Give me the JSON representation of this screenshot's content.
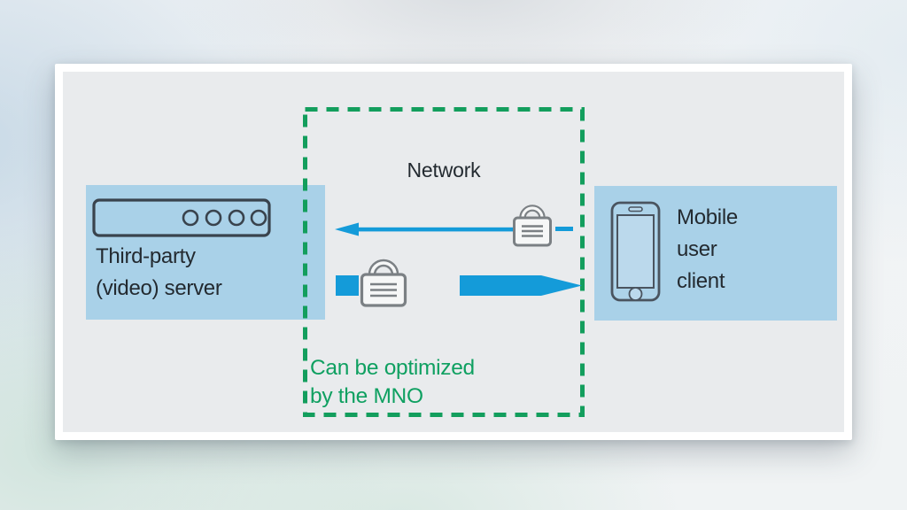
{
  "diagram": {
    "network_label": "Network",
    "optimization_note": "Can be optimized\nby the MNO",
    "server_label": "Third-party\n(video) server",
    "client_label": "Mobile\nuser\nclient"
  },
  "icons": {
    "server": "server-icon",
    "client": "smartphone-icon",
    "uplink_lock": "padlock-icon",
    "downlink_lock": "padlock-icon"
  },
  "colors": {
    "accent_green": "#139e5d",
    "note_green": "#0fa061",
    "arrow_blue": "#149bd9",
    "box_blue": "#a9d1e8",
    "canvas_gray": "#e9ebed",
    "text_dark": "#232a30",
    "lock_gray": "#7b8084"
  }
}
